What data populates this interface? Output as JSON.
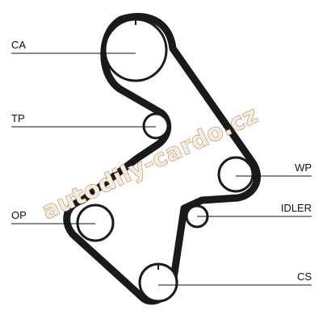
{
  "watermark": "autodily-cardo.cz",
  "labels": {
    "ca": "CA",
    "tp": "TP",
    "op": "OP",
    "wp": "WP",
    "idler": "IDLER",
    "cs": "CS"
  },
  "colors": {
    "belt": "#1a1a1a",
    "leader_line": "#111111",
    "watermark_fill": "#f4ece0",
    "watermark_stroke": "#b48a58"
  }
}
